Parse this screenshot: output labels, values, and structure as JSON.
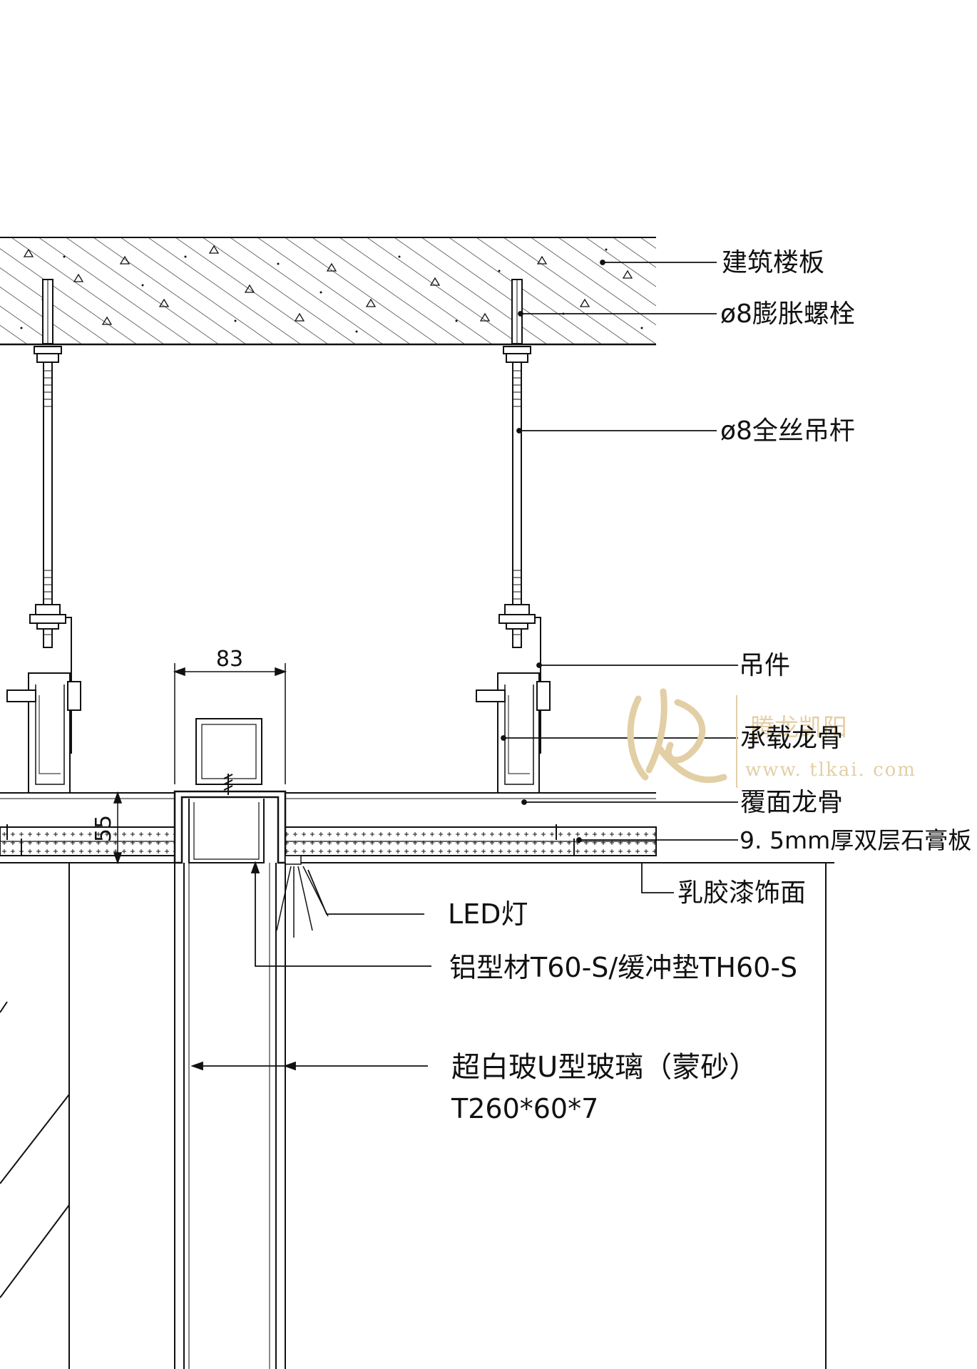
{
  "labels": {
    "slab": "建筑楼板",
    "anchor_bolt": "ø8膨胀螺栓",
    "rod": "ø8全丝吊杆",
    "hanger": "吊件",
    "main_keel": "承载龙骨",
    "cover_keel": "覆面龙骨",
    "gypsum": "9. 5mm厚双层石膏板",
    "paint": "乳胶漆饰面",
    "led": "LED灯",
    "profile": "铝型材T60-S/缓冲垫TH60-S",
    "glass_line1": "超白玻U型玻璃（蒙砂）",
    "glass_line2": "T260*60*7"
  },
  "dimensions": {
    "width_83": "83",
    "height_55": "55"
  },
  "watermark": {
    "name": "腾龙凯阳",
    "url": "www. tlkai. com"
  },
  "colors": {
    "line": "#111111",
    "watermark": "#e3cfa5"
  }
}
